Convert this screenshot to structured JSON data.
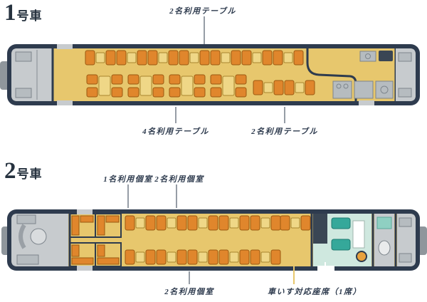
{
  "colors": {
    "outline_navy": "#2e3b4e",
    "floor_yellow": "#e7c76d",
    "seat_orange": "#e0862c",
    "table_tan": "#efd787",
    "vestibule_gray": "#c7cbce",
    "accessible_teal": "#35a89a",
    "accessible_floor": "#cfe8df"
  },
  "car1": {
    "title_number": "1",
    "title_suffix": "号車",
    "label_top": "2名利用テーブル",
    "label_bottom_left": "4名利用テーブル",
    "label_bottom_right": "2名利用テーブル"
  },
  "car2": {
    "title_number": "2",
    "title_suffix": "号車",
    "label_top_left": "1名利用個室",
    "label_top_right": "2名利用個室",
    "label_bottom_left": "2名利用個室",
    "label_bottom_right": "車いす対応座席（1席）"
  }
}
